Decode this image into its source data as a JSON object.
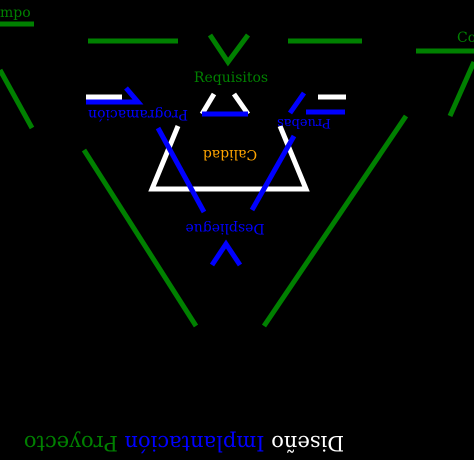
{
  "diagram": {
    "labels": {
      "tiempo_partial": "mpo",
      "costo_partial": "Co",
      "requisitos": "Requisitos",
      "programacion": "Programación",
      "pruebas": "Pruebas",
      "calidad": "Calidad",
      "despliegue": "Despliegue"
    },
    "bottom_title": {
      "proyecto": "Proyecto",
      "implantacion": "Implantación",
      "diseno": "Diseño"
    }
  },
  "colors": {
    "background": "#000000",
    "green": "#008000",
    "blue": "#0000ff",
    "white": "#ffffff",
    "orange": "#ffa500"
  }
}
